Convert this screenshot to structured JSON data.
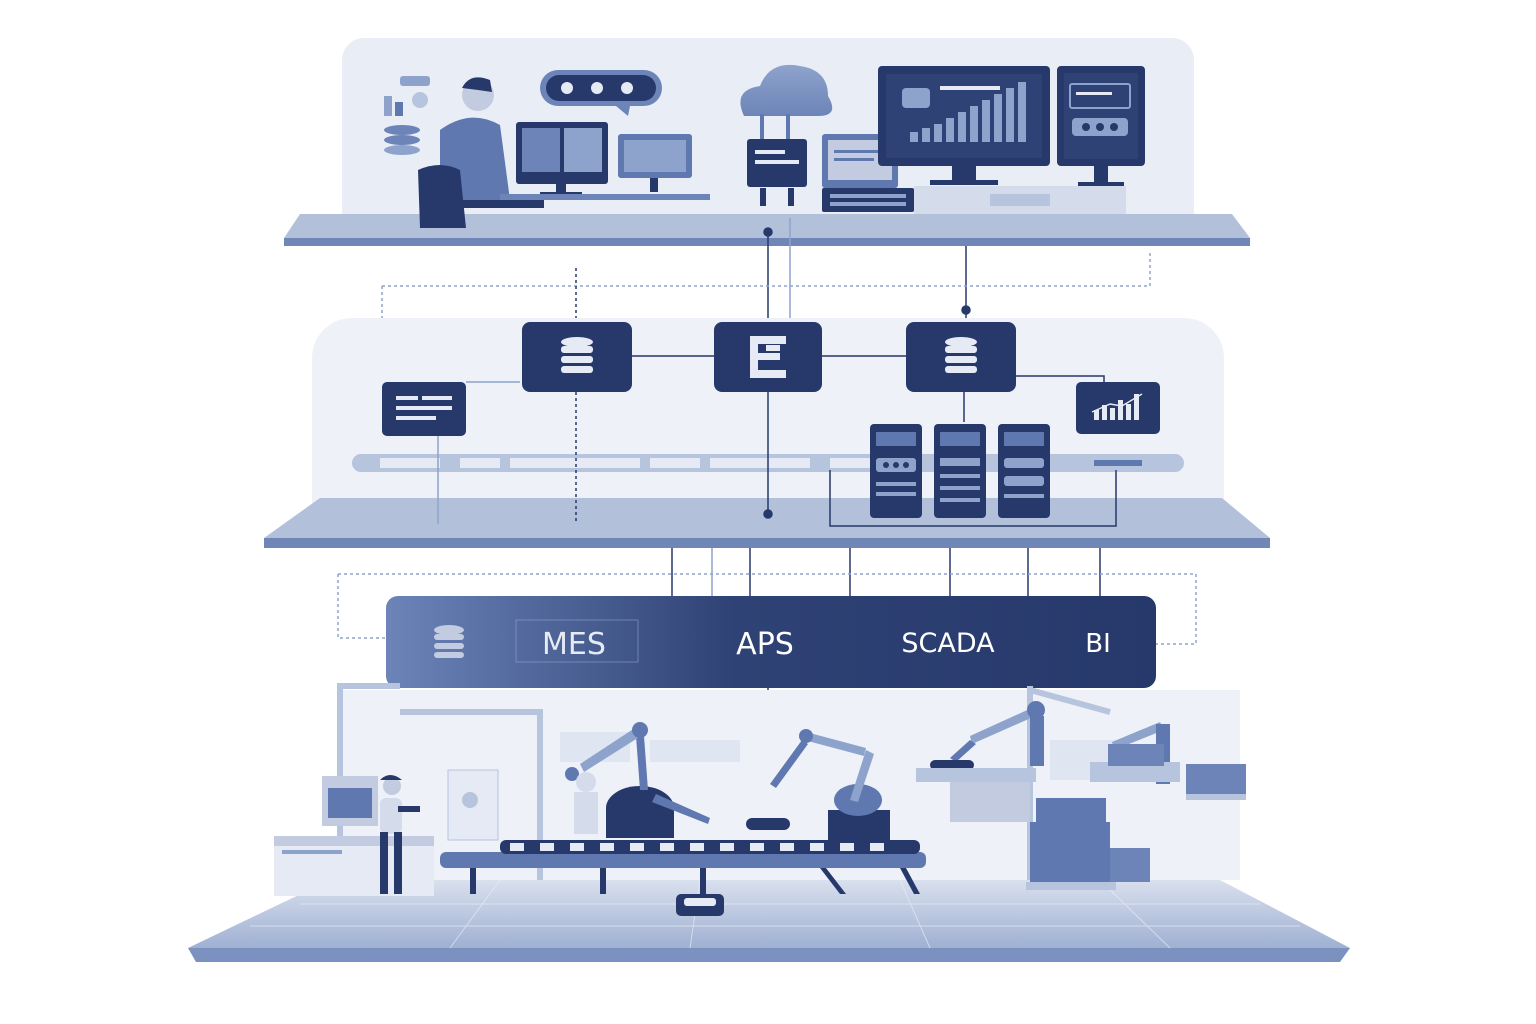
{
  "diagram": {
    "system_bar": {
      "labels": [
        "MES",
        "APS",
        "SCADA",
        "BI"
      ]
    }
  },
  "colors": {
    "navy": "#27396b",
    "mid_blue": "#5f79b0",
    "light_blue": "#b7c4de",
    "pale_blue": "#e6eaf4",
    "platform": "#a9b7d4",
    "background": "#ffffff"
  },
  "icons": {
    "top_layer": [
      "person-at-desk-icon",
      "chat-bubble-icon",
      "cloud-icon",
      "dashboard-monitor-icon",
      "analytics-monitor-icon",
      "keyboard-console-icon"
    ],
    "middle_layer": [
      "database-icon",
      "erp-logo-icon",
      "database-icon",
      "document-card-icon",
      "bar-chart-icon",
      "server-rack-icon"
    ],
    "bottom_layer": [
      "robot-arm-icon",
      "conveyor-icon",
      "worker-icon",
      "agv-cart-icon",
      "pallet-stack-icon"
    ]
  }
}
